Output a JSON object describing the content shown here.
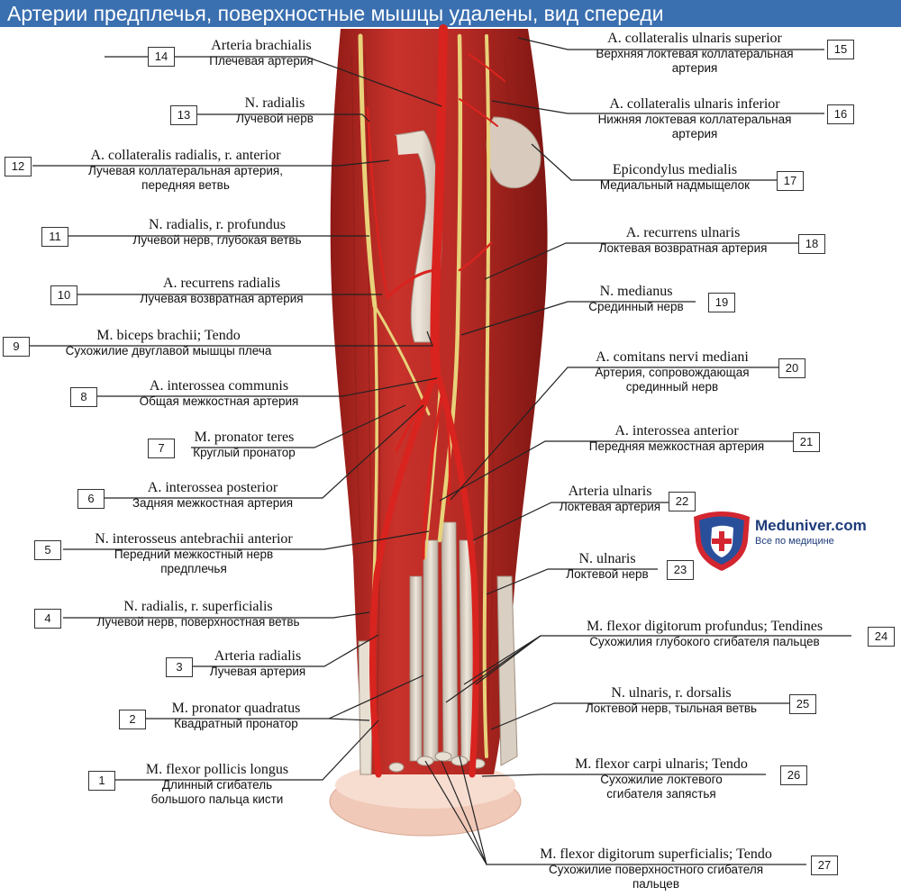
{
  "title": "Артерии предплечья, поверхностные мышцы удалены, вид спереди",
  "logo": {
    "name": "Meduniver.com",
    "tagline": "Все по медицине",
    "colors": {
      "shield_red": "#d32630",
      "shield_blue": "#2a4f9a"
    }
  },
  "colors": {
    "title_bar": "#3a6fb0",
    "muscle": "#c8322b",
    "artery": "#d9231e",
    "nerve": "#e8d27a",
    "tendon": "#e6dccf"
  },
  "labels": {
    "l1": {
      "num": "1",
      "latin": "M. flexor pollicis longus",
      "russian": [
        "Длинный сгибатель",
        "большого пальца кисти"
      ]
    },
    "l2": {
      "num": "2",
      "latin": "M. pronator quadratus",
      "russian": [
        "Квадратный пронатор"
      ]
    },
    "l3": {
      "num": "3",
      "latin": "Arteria radialis",
      "russian": [
        "Лучевая артерия"
      ]
    },
    "l4": {
      "num": "4",
      "latin": "N. radialis, r. superficialis",
      "russian": [
        "Лучевой нерв, поверхностная ветвь"
      ]
    },
    "l5": {
      "num": "5",
      "latin": "N. interosseus antebrachii anterior",
      "russian": [
        "Передний межкостный нерв",
        "предплечья"
      ]
    },
    "l6": {
      "num": "6",
      "latin": "A. interossea posterior",
      "russian": [
        "Задняя межкостная артерия"
      ]
    },
    "l7": {
      "num": "7",
      "latin": "M. pronator teres",
      "russian": [
        "Круглый пронатор"
      ]
    },
    "l8": {
      "num": "8",
      "latin": "A. interossea communis",
      "russian": [
        "Общая межкостная артерия"
      ]
    },
    "l9": {
      "num": "9",
      "latin": "M. biceps brachii; Tendo",
      "russian": [
        "Сухожилие двуглавой мышцы плеча"
      ]
    },
    "l10": {
      "num": "10",
      "latin": "A. recurrens radialis",
      "russian": [
        "Лучевая возвратная артерия"
      ]
    },
    "l11": {
      "num": "11",
      "latin": "N. radialis, r. profundus",
      "russian": [
        "Лучевой нерв, глубокая ветвь"
      ]
    },
    "l12": {
      "num": "12",
      "latin": "A. collateralis radialis, r. anterior",
      "russian": [
        "Лучевая коллатеральная артерия,",
        "передняя ветвь"
      ]
    },
    "l13": {
      "num": "13",
      "latin": "N. radialis",
      "russian": [
        "Лучевой нерв"
      ]
    },
    "l14": {
      "num": "14",
      "latin": "Arteria brachialis",
      "russian": [
        "Плечевая артерия"
      ]
    },
    "l15": {
      "num": "15",
      "latin": "A. collateralis ulnaris superior",
      "russian": [
        "Верхняя локтевая коллатеральная",
        "артерия"
      ]
    },
    "l16": {
      "num": "16",
      "latin": "A. collateralis ulnaris inferior",
      "russian": [
        "Нижняя локтевая коллатеральная",
        "артерия"
      ]
    },
    "l17": {
      "num": "17",
      "latin": "Epicondylus medialis",
      "russian": [
        "Медиальный надмыщелок"
      ]
    },
    "l18": {
      "num": "18",
      "latin": "A. recurrens ulnaris",
      "russian": [
        "Локтевая возвратная артерия"
      ]
    },
    "l19": {
      "num": "19",
      "latin": "N. medianus",
      "russian": [
        "Срединный нерв"
      ]
    },
    "l20": {
      "num": "20",
      "latin": "A. comitans nervi mediani",
      "russian": [
        "Артерия, сопровождающая",
        "срединный нерв"
      ]
    },
    "l21": {
      "num": "21",
      "latin": "A. interossea anterior",
      "russian": [
        "Передняя межкостная артерия"
      ]
    },
    "l22": {
      "num": "22",
      "latin": "Arteria ulnaris",
      "russian": [
        "Локтевая артерия"
      ]
    },
    "l23": {
      "num": "23",
      "latin": "N. ulnaris",
      "russian": [
        "Локтевой нерв"
      ]
    },
    "l24": {
      "num": "24",
      "latin": "M. flexor digitorum profundus; Tendines",
      "russian": [
        "Сухожилия глубокого сгибателя пальцев"
      ]
    },
    "l25": {
      "num": "25",
      "latin": "N. ulnaris, r. dorsalis",
      "russian": [
        "Локтевой нерв, тыльная ветвь"
      ]
    },
    "l26": {
      "num": "26",
      "latin": "M. flexor carpi ulnaris; Tendo",
      "russian": [
        "Сухожилие локтевого",
        "сгибателя запястья"
      ]
    },
    "l27": {
      "num": "27",
      "latin": "M. flexor digitorum superficialis; Tendo",
      "russian": [
        "Сухожилие поверхностного сгибателя",
        "пальцев"
      ]
    }
  }
}
